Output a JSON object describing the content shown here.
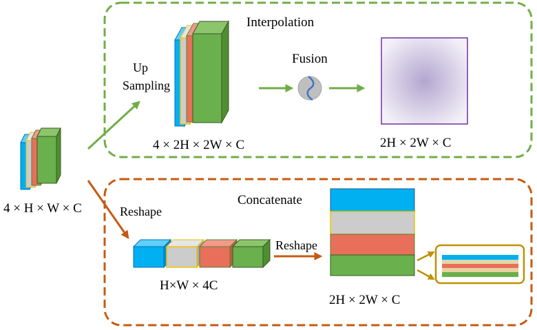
{
  "labels": {
    "interpolation": "Interpolation",
    "concatenate": "Concatenate",
    "up": "Up",
    "sampling": "Sampling",
    "fusion": "Fusion",
    "input_dims": "4 × H × W × C",
    "upsampled_dims": "4 × 2H × 2W × C",
    "fused_dims": "2H × 2W × C",
    "reshape_1": "Reshape",
    "reshape_2": "Reshape",
    "channel_dims": "H×W × 4C",
    "concat_dims": "2H × 2W × C"
  },
  "colors": {
    "blue": "#00b0f0",
    "gray": "#cccccc",
    "yellow_border": "#f2c200",
    "orange": "#e8705a",
    "green": "#6ab04c",
    "dark_green": "#548235",
    "interp_border": "#70ad47",
    "concat_border": "#c55a11",
    "zoom_border": "#bf9000",
    "fusion_purple": "#b4a7d6"
  }
}
